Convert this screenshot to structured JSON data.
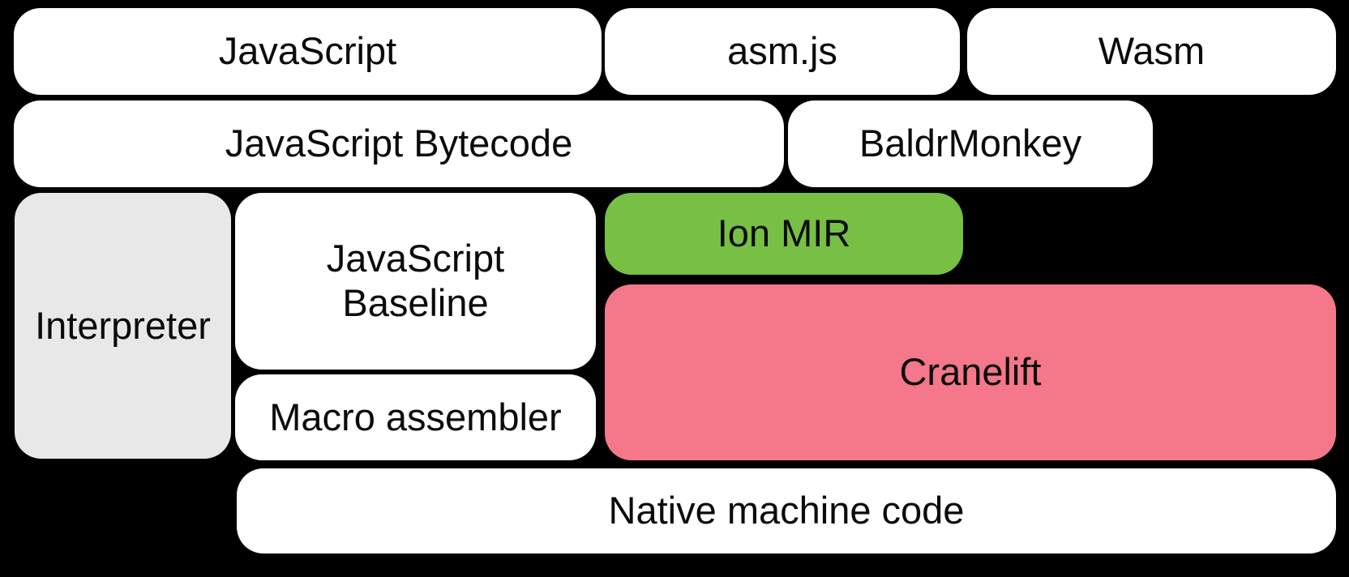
{
  "diagram": {
    "background_color": "#000000",
    "text_color": "#0b0b0b",
    "colors": {
      "box_white": "#ffffff",
      "interpreter_gray": "#e8e8e8",
      "ion_mir_green": "#77c043",
      "cranelift_pink": "#f4788a"
    }
  },
  "nodes": {
    "javascript": {
      "label": "JavaScript"
    },
    "asmjs": {
      "label": "asm.js"
    },
    "wasm": {
      "label": "Wasm"
    },
    "javascript_bytecode": {
      "label": "JavaScript Bytecode"
    },
    "baldrmonkey": {
      "label": "BaldrMonkey"
    },
    "interpreter": {
      "label": "Interpreter"
    },
    "javascript_baseline": {
      "label": "JavaScript Baseline",
      "line1": "JavaScript",
      "line2": "Baseline"
    },
    "ion_mir": {
      "label": "Ion MIR"
    },
    "cranelift": {
      "label": "Cranelift"
    },
    "macro_assembler": {
      "label": "Macro assembler"
    },
    "native_machine_code": {
      "label": "Native machine code"
    }
  }
}
